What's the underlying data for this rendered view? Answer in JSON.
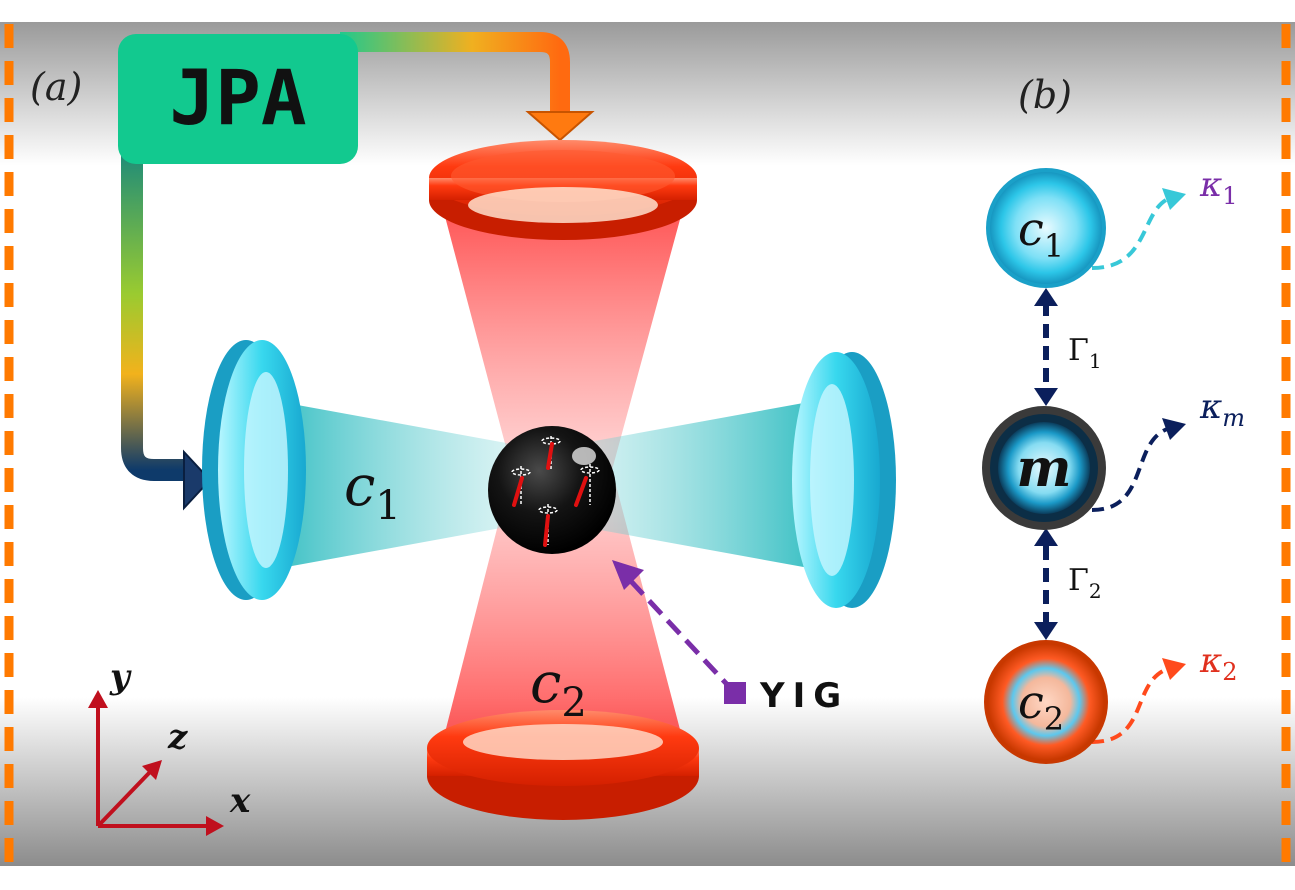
{
  "panel_a": {
    "label": "(a)",
    "jpa": "JPA",
    "yig": "YIG",
    "mode_c1": {
      "base": "c",
      "sub": "1"
    },
    "mode_c2": {
      "base": "c",
      "sub": "2"
    },
    "axes": {
      "x": "x",
      "y": "y",
      "z": "z"
    }
  },
  "panel_b": {
    "label": "(b)",
    "nodes": {
      "c1": {
        "base": "c",
        "sub": "1"
      },
      "m": "m",
      "c2": {
        "base": "c",
        "sub": "2"
      }
    },
    "couplings": {
      "g1": {
        "base": "Γ",
        "sub": "1"
      },
      "g2": {
        "base": "Γ",
        "sub": "2"
      }
    },
    "losses": {
      "k1": {
        "base": "κ",
        "sub": "1"
      },
      "km": {
        "base": "κ",
        "sub": "m"
      },
      "k2": {
        "base": "κ",
        "sub": "2"
      }
    }
  },
  "colors": {
    "border_dash": "#ff7a00",
    "cavity_cyan": "#2fd6e6",
    "cavity_red": "#ff4a1c",
    "jpa_box": "#12c98f",
    "magnon_sphere": "#111111",
    "link_navy": "#0b1f5c",
    "yig_purple": "#7a2ea8",
    "axes_red": "#c0101e",
    "k1_color": "#7a2ea8",
    "km_color": "#0b1f5c",
    "k2_color": "#e0301e"
  }
}
